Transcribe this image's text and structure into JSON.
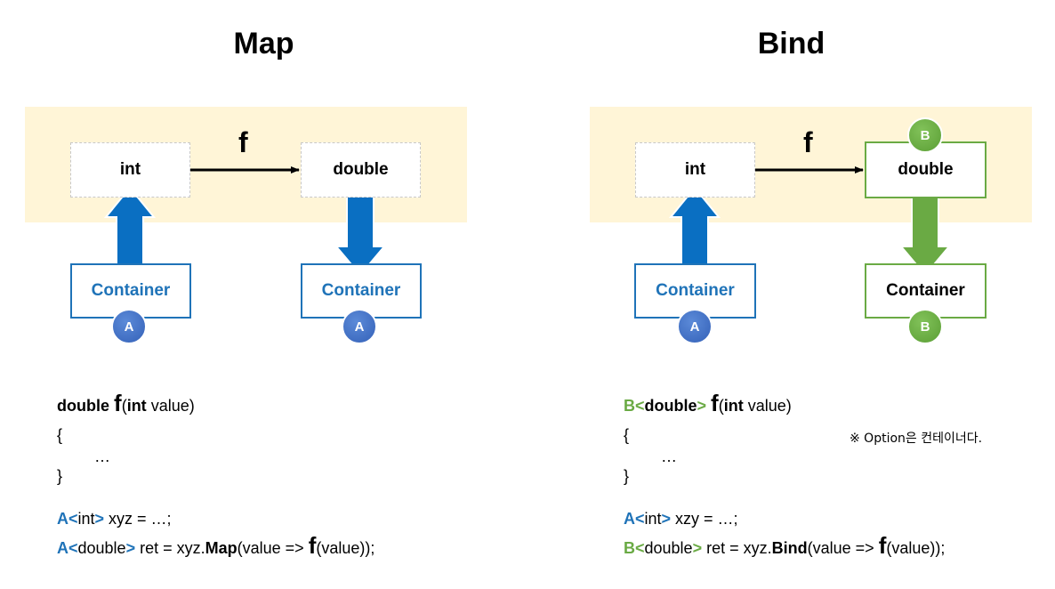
{
  "map": {
    "title": "Map",
    "f": "f",
    "left_box": "int",
    "right_box": "double",
    "container_left": "Container",
    "container_right": "Container",
    "badge_left": "A",
    "badge_right": "A",
    "code": {
      "sig_ret": "double",
      "sig_f": "f",
      "sig_open": "(",
      "sig_type": "int",
      "sig_rest": " value)",
      "brace_open": "{",
      "ellipsis": "…",
      "brace_close": "}",
      "l1_type": "A",
      "l1_lt": "<",
      "l1_inner": "int",
      "l1_gt": ">",
      "l1_rest": " xyz = …;",
      "l2_type": "A",
      "l2_lt": "<",
      "l2_inner": "double",
      "l2_gt": ">",
      "l2_rest": " ret = xyz.",
      "l2_method": "Map",
      "l2_args": "(value => ",
      "l2_f": "f",
      "l2_tail": "(value));"
    }
  },
  "bind": {
    "title": "Bind",
    "f": "f",
    "left_box": "int",
    "right_box": "double",
    "container_left": "Container",
    "container_right": "Container",
    "badge_left": "A",
    "badge_right": "B",
    "badge_top": "B",
    "note": "※ Option은 컨테이너다.",
    "code": {
      "sig_type": "B",
      "sig_lt": "<",
      "sig_ret": "double",
      "sig_gt": ">",
      "sig_f": "f",
      "sig_open": "(",
      "sig_param": "int",
      "sig_rest": " value)",
      "brace_open": "{",
      "ellipsis": "…",
      "brace_close": "}",
      "l1_type": "A",
      "l1_lt": "<",
      "l1_inner": "int",
      "l1_gt": ">",
      "l1_rest": " xzy = …;",
      "l2_type": "B",
      "l2_lt": "<",
      "l2_inner": "double",
      "l2_gt": ">",
      "l2_rest": " ret = xyz.",
      "l2_method": "Bind",
      "l2_args": "(value => ",
      "l2_f": "f",
      "l2_tail": "(value));"
    }
  },
  "colors": {
    "band": "#fff5d7",
    "blue": "#1f73b8",
    "green": "#6aaa44",
    "badge_a": "#3d6cc6",
    "badge_b": "#66ad3f"
  }
}
